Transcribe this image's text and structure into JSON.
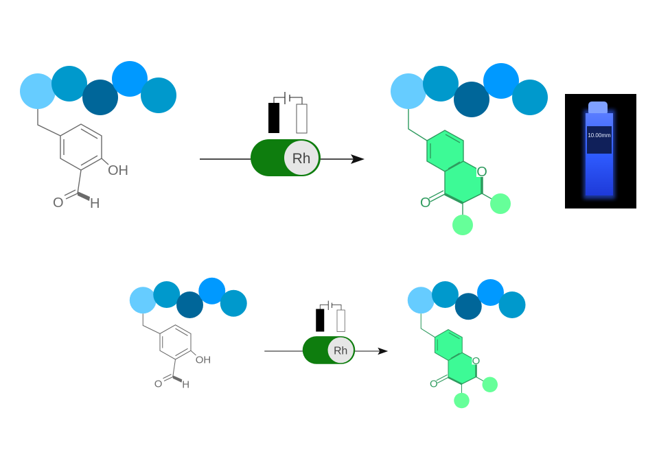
{
  "colors": {
    "bead_light": "#66ccff",
    "bead_mid": "#0099cc",
    "bead_dark": "#006699",
    "bead_bright": "#0099ff",
    "product_fill": "#3dfa96",
    "substituent": "#66ff99",
    "catalyst": "#0e7d0e",
    "rh_circle": "#e6e6e6"
  },
  "reactant": {
    "hydroxyl_label": "OH",
    "carbonyl_o_label": "O",
    "aldehyde_h_label": "H"
  },
  "catalyst": {
    "label": "Rh"
  },
  "product": {
    "ring_o_label": "O",
    "carbonyl_o_label": "O"
  },
  "photo": {
    "cuvette_label": "10.00mm"
  }
}
